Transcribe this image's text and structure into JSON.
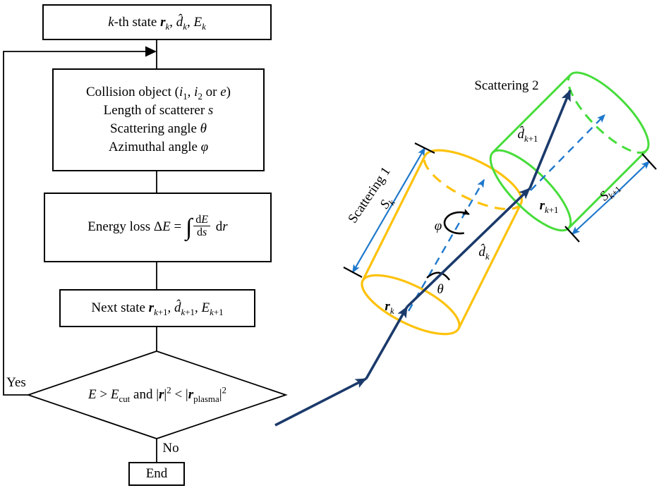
{
  "flowchart": {
    "box1_html": "<i>k</i>-th state <b><i>r</i></b><sub><i>k</i></sub>, <i>d̂</i><sub><i>k</i></sub>, <i>E</i><sub><i>k</i></sub>",
    "box2_lines": [
      "Collision object (<i>i</i><sub>1</sub>, <i>i</i><sub>2</sub> or <i>e</i>)",
      "Length of scatterer <i>s</i>",
      "Scattering angle <i>θ</i>",
      "Azimuthal angle <i>φ</i>"
    ],
    "box3_html": "Energy loss Δ<i>E</i> = <span class='int'>∫</span><span class='frac'><span class='num'>d<i>E</i></span><span class='den'>d<i>s</i></span></span> d<i>r</i>",
    "box4_html": "Next state <b><i>r</i></b><sub><i>k</i>+1</sub>, <i>d̂</i><sub><i>k</i>+1</sub>, <i>E</i><sub><i>k</i>+1</sub>",
    "decision_html": "<i>E</i> &gt; <i>E</i><sub>cut</sub> and |<b><i>r</i></b>|<sup>2</sup> &lt; |<b><i>r</i></b><sub>plasma</sub>|<sup>2</sup>",
    "yes_label": "Yes",
    "no_label": "No",
    "end_label": "End"
  },
  "illustration": {
    "scattering1_label": "Scattering 1",
    "scattering2_label": "Scattering 2",
    "s_k_html": "<i>S</i><sub><i>k</i></sub>",
    "s_k1_html": "<i>S</i><sub><i>k</i>+1</sub>",
    "r_k_html": "<b><i>r</i></b><sub><i>k</i></sub>",
    "r_k1_html": "<b><i>r</i></b><sub><i>k</i>+1</sub>",
    "d_k_html": "<i>d̂</i><sub><i>k</i></sub>",
    "d_k1_html": "<i>d̂</i><sub><i>k</i>+1</sub>",
    "theta_html": "<i>θ</i>",
    "phi_html": "<i>φ</i>"
  },
  "colors": {
    "background": "#ffffff",
    "flowchart_line": "#000000",
    "trajectory_navy": "#1b3a6b",
    "cylinder1_orange": "#fdc20c",
    "cylinder2_green": "#47dd3b",
    "axis_blue": "#1e78cc"
  }
}
